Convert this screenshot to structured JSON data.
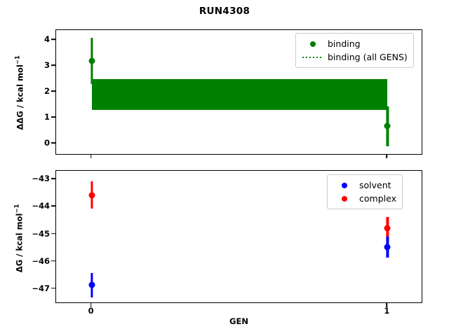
{
  "title": "RUN4308",
  "colors": {
    "binding": "#008000",
    "solvent": "#0000ff",
    "complex": "#ff0000",
    "axis": "#000000",
    "background": "#ffffff"
  },
  "xaxis": {
    "label": "GEN",
    "ticks": [
      "0",
      "1"
    ],
    "tick_values": [
      0,
      1
    ],
    "range": [
      -0.12,
      1.12
    ]
  },
  "panels": {
    "top": {
      "ylabel_main": "ΔΔG / kcal mol",
      "ylabel_sup": "−1",
      "yticks": [
        "0",
        "1",
        "2",
        "3",
        "4"
      ],
      "ytick_values": [
        0,
        1,
        2,
        3,
        4
      ],
      "ylim": [
        -0.45,
        4.38
      ],
      "legend": [
        {
          "label": "binding",
          "style": "marker",
          "color": "#008000"
        },
        {
          "label": "binding (all GENS)",
          "style": "dotted-line",
          "color": "#008000"
        }
      ]
    },
    "bottom": {
      "ylabel_main": "ΔG / kcal mol",
      "ylabel_sup": "−1",
      "yticks": [
        "−43",
        "−44",
        "−45",
        "−46",
        "−47"
      ],
      "ytick_values": [
        -43,
        -44,
        -45,
        -46,
        -47
      ],
      "ylim": [
        -47.55,
        -42.68
      ],
      "legend": [
        {
          "label": "solvent",
          "style": "marker",
          "color": "#0000ff"
        },
        {
          "label": "complex",
          "style": "marker",
          "color": "#ff0000"
        }
      ]
    }
  },
  "chart_data": [
    {
      "type": "scatter",
      "panel": "top",
      "title": "RUN4308",
      "xlabel": "GEN",
      "ylabel": "ΔΔG / kcal mol⁻¹",
      "xlim": [
        -0.12,
        1.12
      ],
      "ylim": [
        -0.45,
        4.38
      ],
      "xticks": [
        0,
        1
      ],
      "yticks": [
        0,
        1,
        2,
        3,
        4
      ],
      "grid": false,
      "legend_position": "upper right",
      "series": [
        {
          "name": "binding",
          "color": "#008000",
          "style": "errorbar-marker",
          "x": [
            0,
            1
          ],
          "values": [
            3.19,
            0.67
          ],
          "yerr": [
            0.89,
            0.77
          ]
        },
        {
          "name": "binding (all GENS)",
          "color": "#008000",
          "style": "dotted-line-with-band",
          "mean": 1.9,
          "band_lower": 1.3,
          "band_upper": 2.5,
          "x_span": [
            0,
            1
          ]
        }
      ]
    },
    {
      "type": "scatter",
      "panel": "bottom",
      "xlabel": "GEN",
      "ylabel": "ΔG / kcal mol⁻¹",
      "xlim": [
        -0.12,
        1.12
      ],
      "ylim": [
        -47.55,
        -42.68
      ],
      "xticks": [
        0,
        1
      ],
      "yticks": [
        -43,
        -44,
        -45,
        -46,
        -47
      ],
      "grid": false,
      "legend_position": "upper right",
      "series": [
        {
          "name": "solvent",
          "color": "#0000ff",
          "style": "errorbar-marker",
          "x": [
            0,
            1
          ],
          "values": [
            -46.86,
            -45.47
          ],
          "yerr": [
            0.45,
            0.38
          ]
        },
        {
          "name": "complex",
          "color": "#ff0000",
          "style": "errorbar-marker",
          "x": [
            0,
            1
          ],
          "values": [
            -43.57,
            -44.79
          ],
          "yerr": [
            0.5,
            0.42
          ]
        }
      ]
    }
  ]
}
